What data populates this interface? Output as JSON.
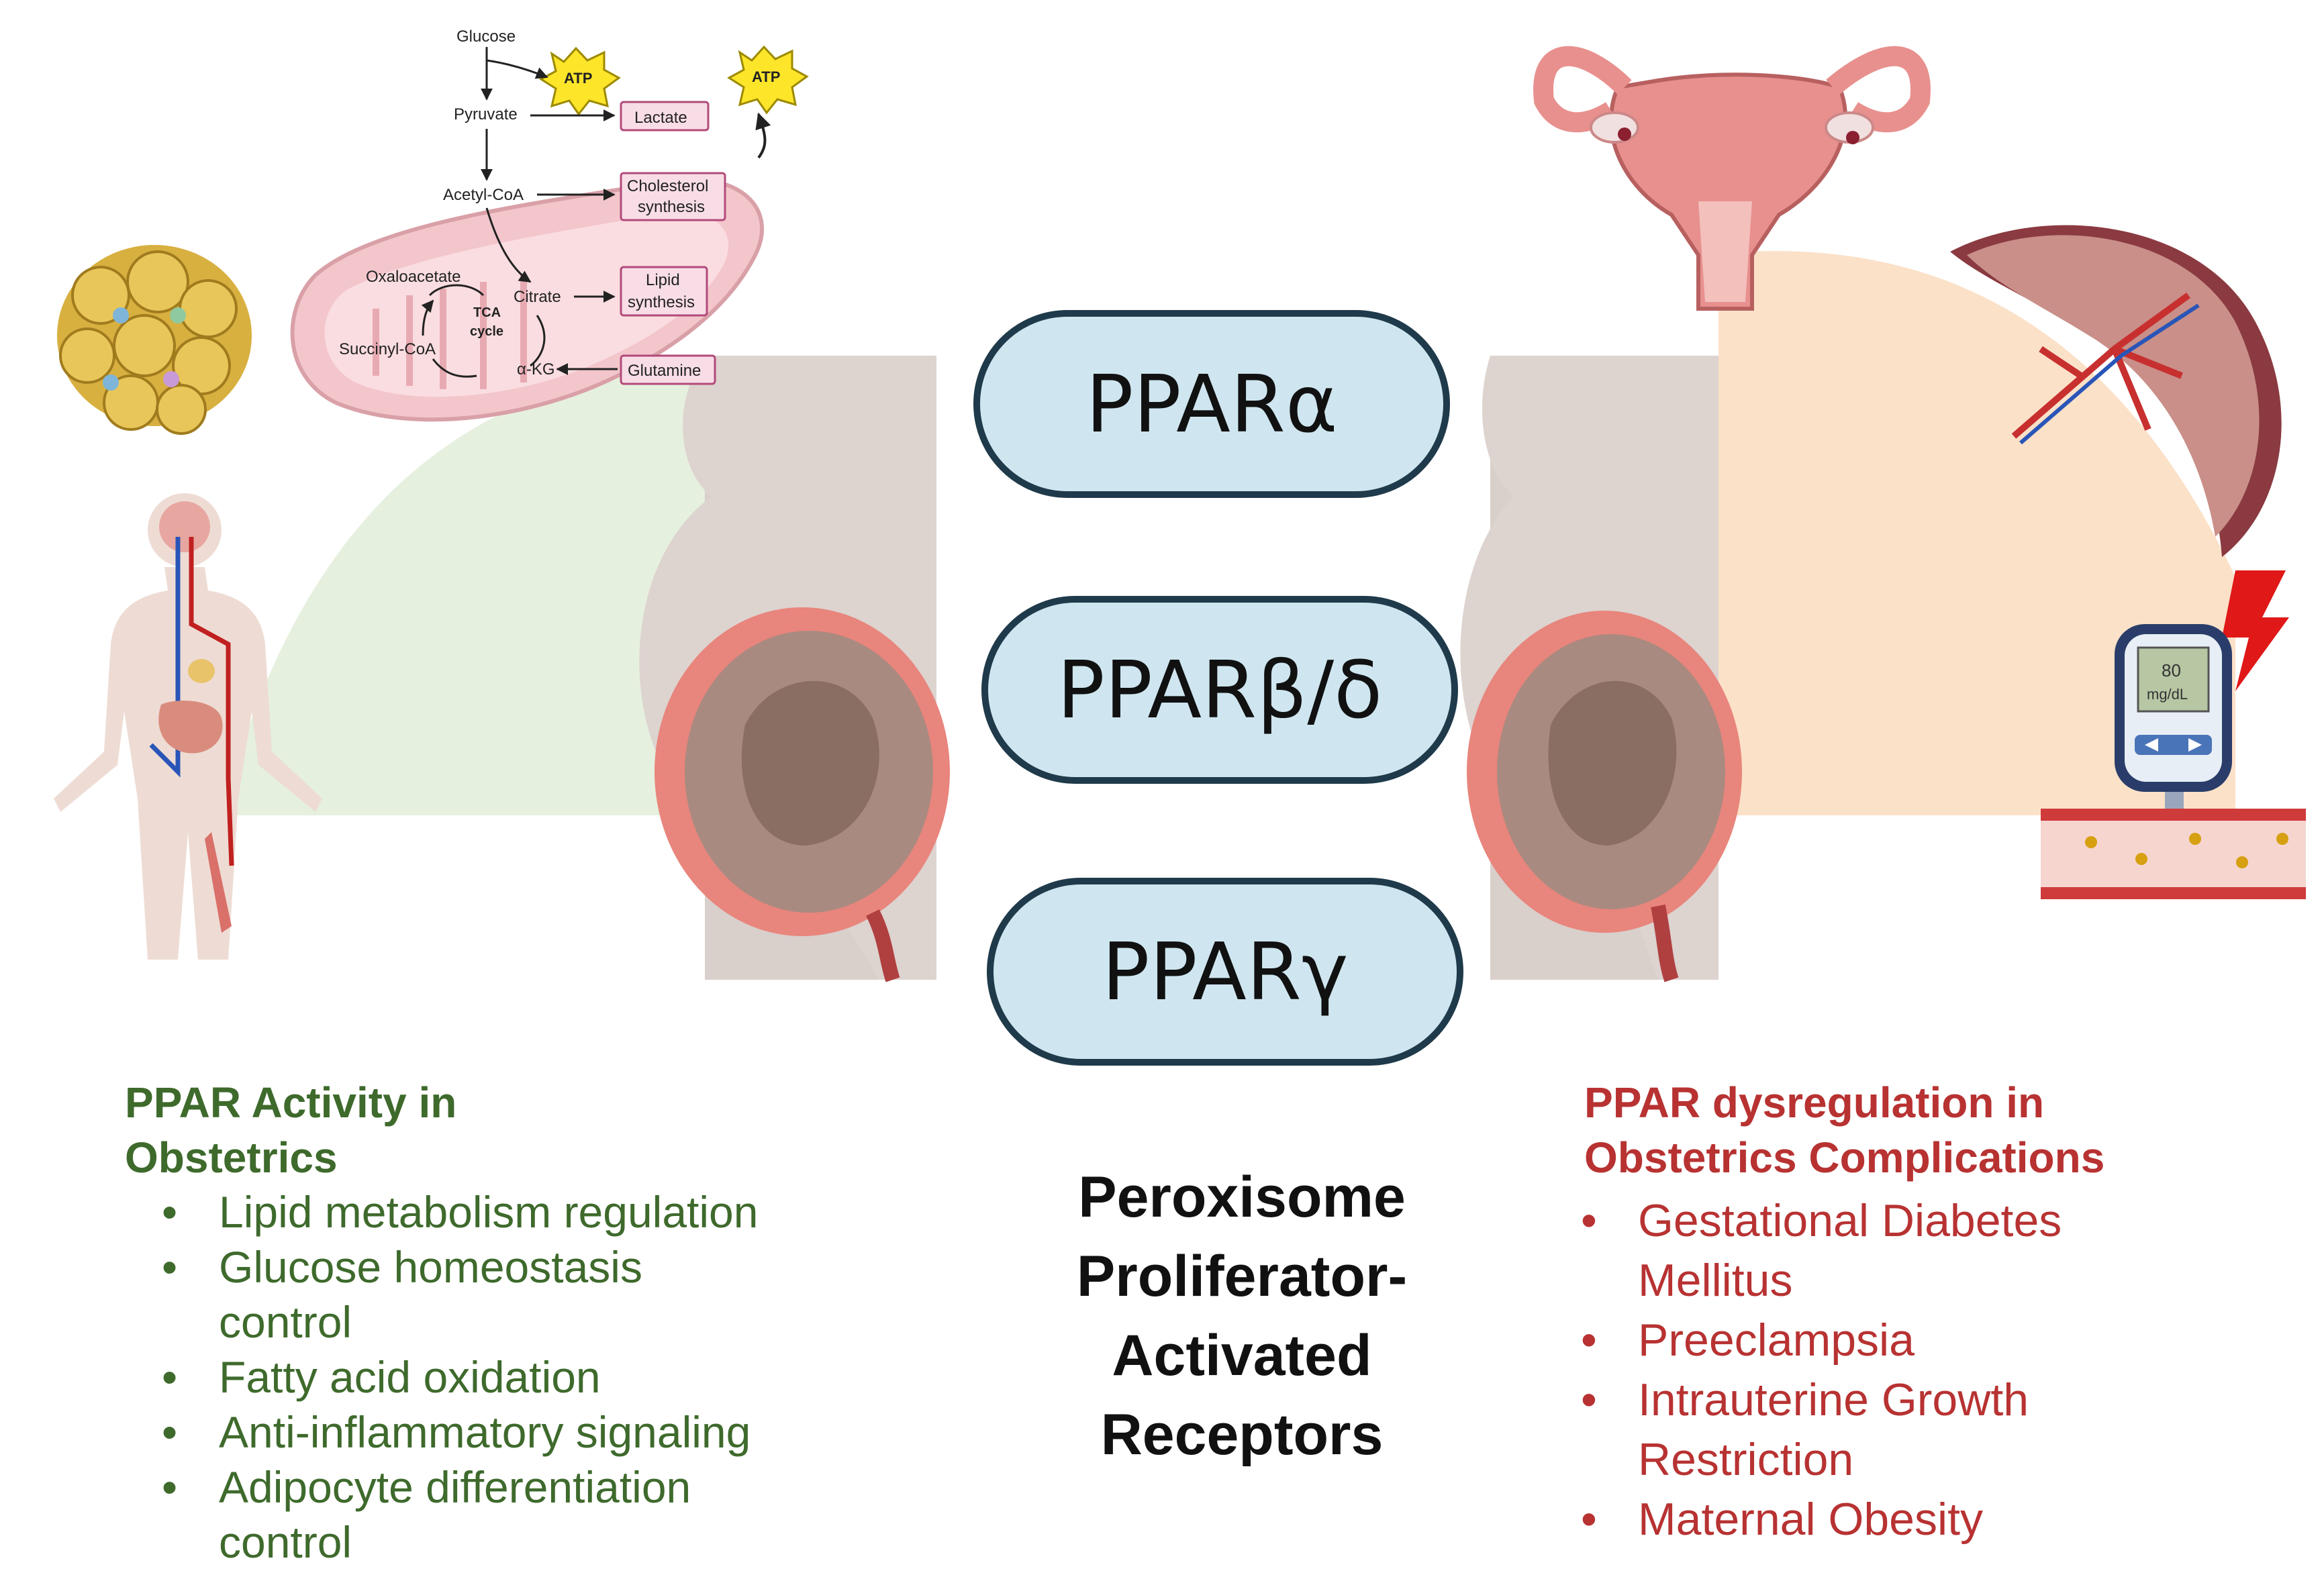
{
  "receptors": [
    "PPARα",
    "PPARβ/δ",
    "PPARγ"
  ],
  "center_caption": {
    "line1": "Peroxisome",
    "line2": "Proliferator-",
    "line3": "Activated",
    "line4": "Receptors"
  },
  "left_panel": {
    "title_line1": "PPAR Activity in",
    "title_line2": "Obstetrics",
    "bullets": [
      [
        "Lipid metabolism regulation"
      ],
      [
        "Glucose homeostasis",
        "control"
      ],
      [
        "Fatty acid oxidation"
      ],
      [
        "Anti-inflammatory signaling"
      ],
      [
        "Adipocyte differentiation",
        "control"
      ]
    ],
    "accent_color": "#3e6a2c"
  },
  "right_panel": {
    "title_line1": "PPAR dysregulation in",
    "title_line2": "Obstetrics Complications",
    "bullets": [
      [
        "Gestational Diabetes",
        "Mellitus"
      ],
      [
        "Preeclampsia"
      ],
      [
        "Intrauterine Growth",
        "Restriction"
      ],
      [
        "Maternal Obesity"
      ]
    ],
    "accent_color": "#b83232"
  },
  "metabolism_diagram": {
    "glucose": "Glucose",
    "atp_1": "ATP",
    "atp_2": "ATP",
    "pyruvate": "Pyruvate",
    "lactate": "Lactate",
    "acetyl_coa": "Acetyl-CoA",
    "cholesterol_line1": "Cholesterol",
    "cholesterol_line2": "synthesis",
    "oxaloacetate": "Oxaloacetate",
    "citrate": "Citrate",
    "lipid_line1": "Lipid",
    "lipid_line2": "synthesis",
    "tca_line1": "TCA",
    "tca_line2": "cycle",
    "succinyl_coa": "Succinyl-CoA",
    "akg": "α-KG",
    "glutamine": "Glutamine"
  },
  "glucometer": {
    "value": "80",
    "unit": "mg/dL"
  },
  "colors": {
    "pill_fill": "#cfe6f0",
    "pill_stroke": "#1f3a4a",
    "green_wedge": "#e6f0df",
    "peach_wedge": "#fbe1c8"
  }
}
